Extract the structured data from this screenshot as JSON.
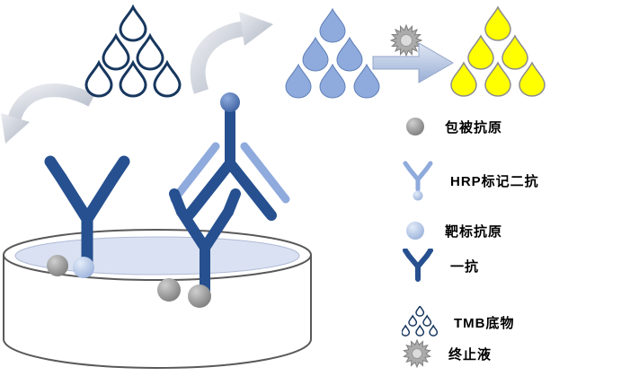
{
  "legend": {
    "items": [
      {
        "id": "coating-antigen",
        "label": "包被抗原"
      },
      {
        "id": "hrp-secondary-antibody",
        "label": "HRP标记二抗"
      },
      {
        "id": "target-antigen",
        "label": "靶标抗原"
      },
      {
        "id": "primary-antibody",
        "label": "一抗"
      },
      {
        "id": "tmb-substrate",
        "label": "TMB底物"
      },
      {
        "id": "stop-solution",
        "label": "终止液"
      }
    ]
  },
  "diagram": {
    "droplet_clusters": [
      {
        "id": "tmb-substrate-drops",
        "count": 6,
        "style": "outlined",
        "color": "#17375E"
      },
      {
        "id": "reacting-substrate-drops",
        "count": 6,
        "style": "filled",
        "color": "#8FAADC"
      },
      {
        "id": "colored-product-drops",
        "count": 6,
        "style": "filled",
        "color": "#FFFF00"
      }
    ],
    "icons": {
      "tmb-droplet-icon": "teardrop-outline",
      "substrate-droplet-icon": "teardrop-filled-blue",
      "product-droplet-icon": "teardrop-filled-yellow",
      "stop-solution-burst-icon": "16-point-star",
      "right-arrow-icon": "block-arrow-right",
      "curved-arrow-icon": "swoosh-arrow",
      "antibody-icon": "y-shape",
      "antigen-icon": "sphere"
    },
    "colors": {
      "antibody_dark_blue": "#26508F",
      "antibody_light_blue": "#8FAADC",
      "substrate_outline_blue": "#17375E",
      "product_yellow": "#FFFF00",
      "antigen_gray": "#808080",
      "target_antigen_blue": "#B4C7E7",
      "dish_liquid": "#DAE1F2",
      "arrow_silver": "#BFC7D3",
      "arrow_blue": "#9AAFD6",
      "burst_gray": "#A6A6A6"
    }
  }
}
